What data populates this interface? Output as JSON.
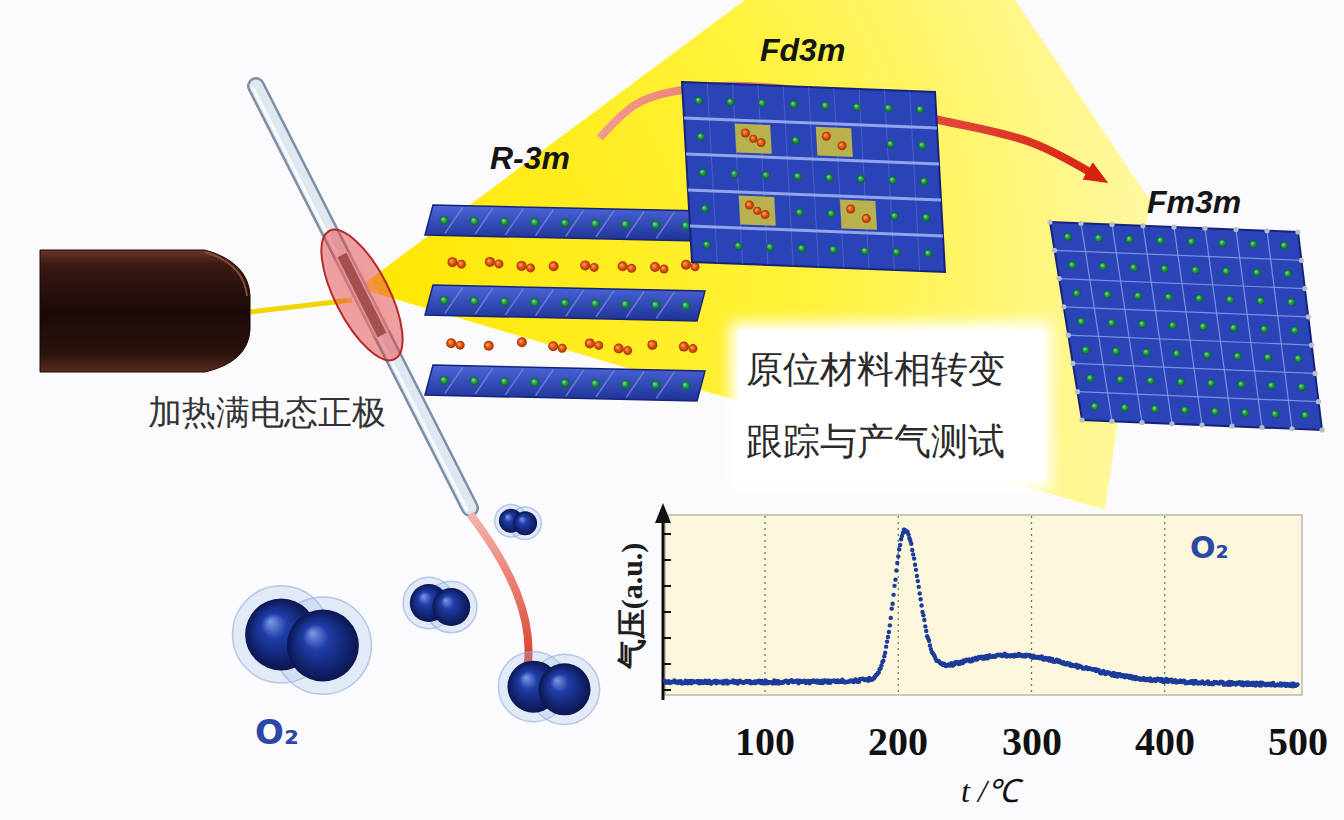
{
  "diagram": {
    "nodes": [
      {
        "text": [
          "R-3m"
        ]
      },
      {
        "text": [
          "Fd3m"
        ]
      },
      {
        "text": [
          "Fm3m"
        ]
      }
    ],
    "edges": [
      {
        "from": 0,
        "to": 2,
        "arrow": "to"
      }
    ],
    "labels": [
      "加热满电态正极",
      "原位材料相转变 跟踪与产气测试",
      "气压(a.u.)",
      "100",
      "200",
      "300",
      "400",
      "500",
      "t /℃",
      "O₂"
    ],
    "legend": [
      {
        "text": "O₂"
      }
    ]
  }
}
